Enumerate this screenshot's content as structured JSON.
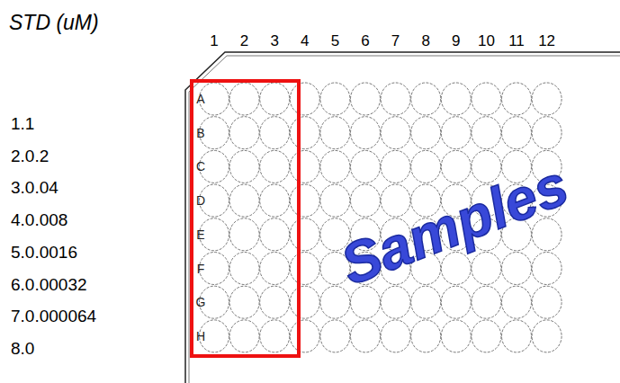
{
  "diagram": {
    "title": "STD (uM)",
    "labels": [
      "1.1",
      "2.0.2",
      "3.0.04",
      "4.0.008",
      "5.0.0016",
      "6.0.00032",
      "7.0.000064",
      "8.0",
      "1",
      "2",
      "3",
      "4",
      "5",
      "6",
      "7",
      "8",
      "9",
      "10",
      "11",
      "12",
      "A",
      "B",
      "C",
      "D",
      "E",
      "F",
      "G",
      "H",
      "Samples"
    ]
  }
}
